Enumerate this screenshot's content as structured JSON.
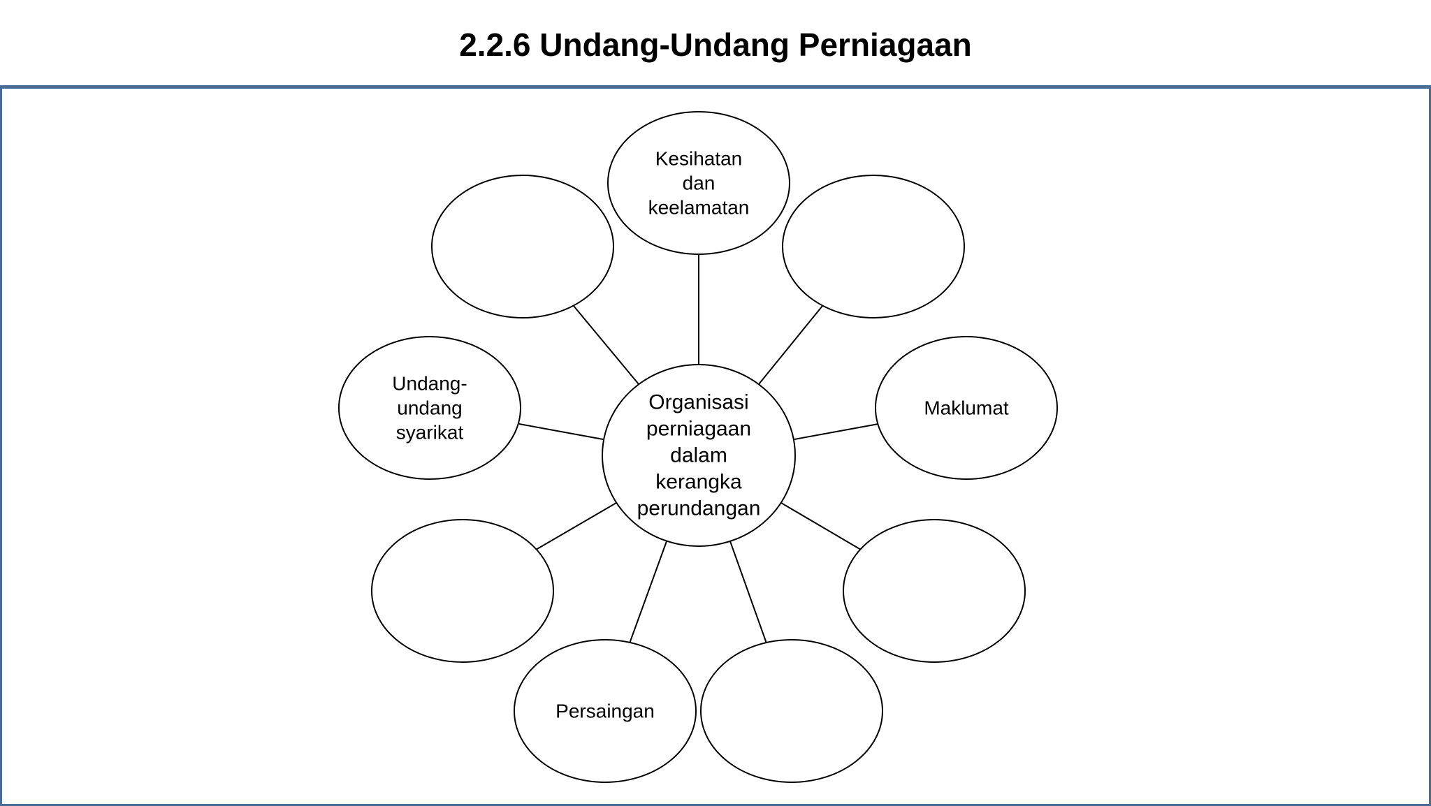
{
  "title": "2.2.6 Undang-Undang Perniagaan",
  "colors": {
    "frame": "#4a6b94",
    "stroke": "#000000",
    "fill": "#ffffff"
  },
  "diagram": {
    "center": {
      "lines": [
        "Organisasi",
        "perniagaan",
        "dalam",
        "kerangka",
        "perundangan"
      ]
    },
    "nodes": [
      {
        "id": "top",
        "lines": [
          "Kesihatan",
          "dan",
          "keelamatan"
        ]
      },
      {
        "id": "top-left",
        "lines": []
      },
      {
        "id": "top-right",
        "lines": []
      },
      {
        "id": "mid-left",
        "lines": [
          "Undang-",
          "undang",
          "syarikat"
        ]
      },
      {
        "id": "mid-right",
        "lines": [
          "Maklumat"
        ]
      },
      {
        "id": "lower-left",
        "lines": []
      },
      {
        "id": "lower-right",
        "lines": []
      },
      {
        "id": "bottom-left",
        "lines": [
          "Persaingan"
        ]
      },
      {
        "id": "bottom-right",
        "lines": []
      }
    ]
  }
}
